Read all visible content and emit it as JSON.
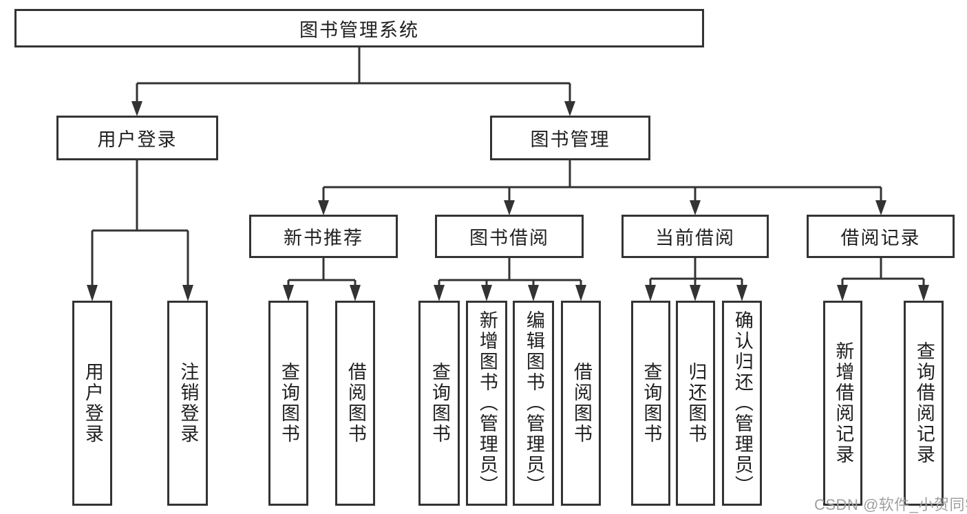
{
  "diagram": {
    "title": "图书管理系统",
    "level2": {
      "user_login": "用户登录",
      "book_mgmt": "图书管理"
    },
    "level3": {
      "new_book": "新书推荐",
      "book_borrow": "图书借阅",
      "current_borrow": "当前借阅",
      "borrow_record": "借阅记录"
    },
    "leaves": {
      "user_login": {
        "login": "用户登录",
        "logout": "注销登录"
      },
      "new_book": {
        "query": "查询图书",
        "borrow": "借阅图书"
      },
      "book_borrow": {
        "query": "查询图书",
        "add": "新增图书（管理员）",
        "edit": "编辑图书（管理员）",
        "borrow": "借阅图书"
      },
      "current_borrow": {
        "query": "查询图书",
        "return": "归还图书",
        "confirm": "确认归还（管理员）"
      },
      "borrow_record": {
        "add": "新增借阅记录",
        "query": "查询借阅记录"
      }
    }
  },
  "watermark": "CSDN @软件_小贺同学",
  "colors": {
    "line": "#333333",
    "text": "#1f1f1f",
    "watermark": "#a0a0a0",
    "background": "#ffffff"
  }
}
